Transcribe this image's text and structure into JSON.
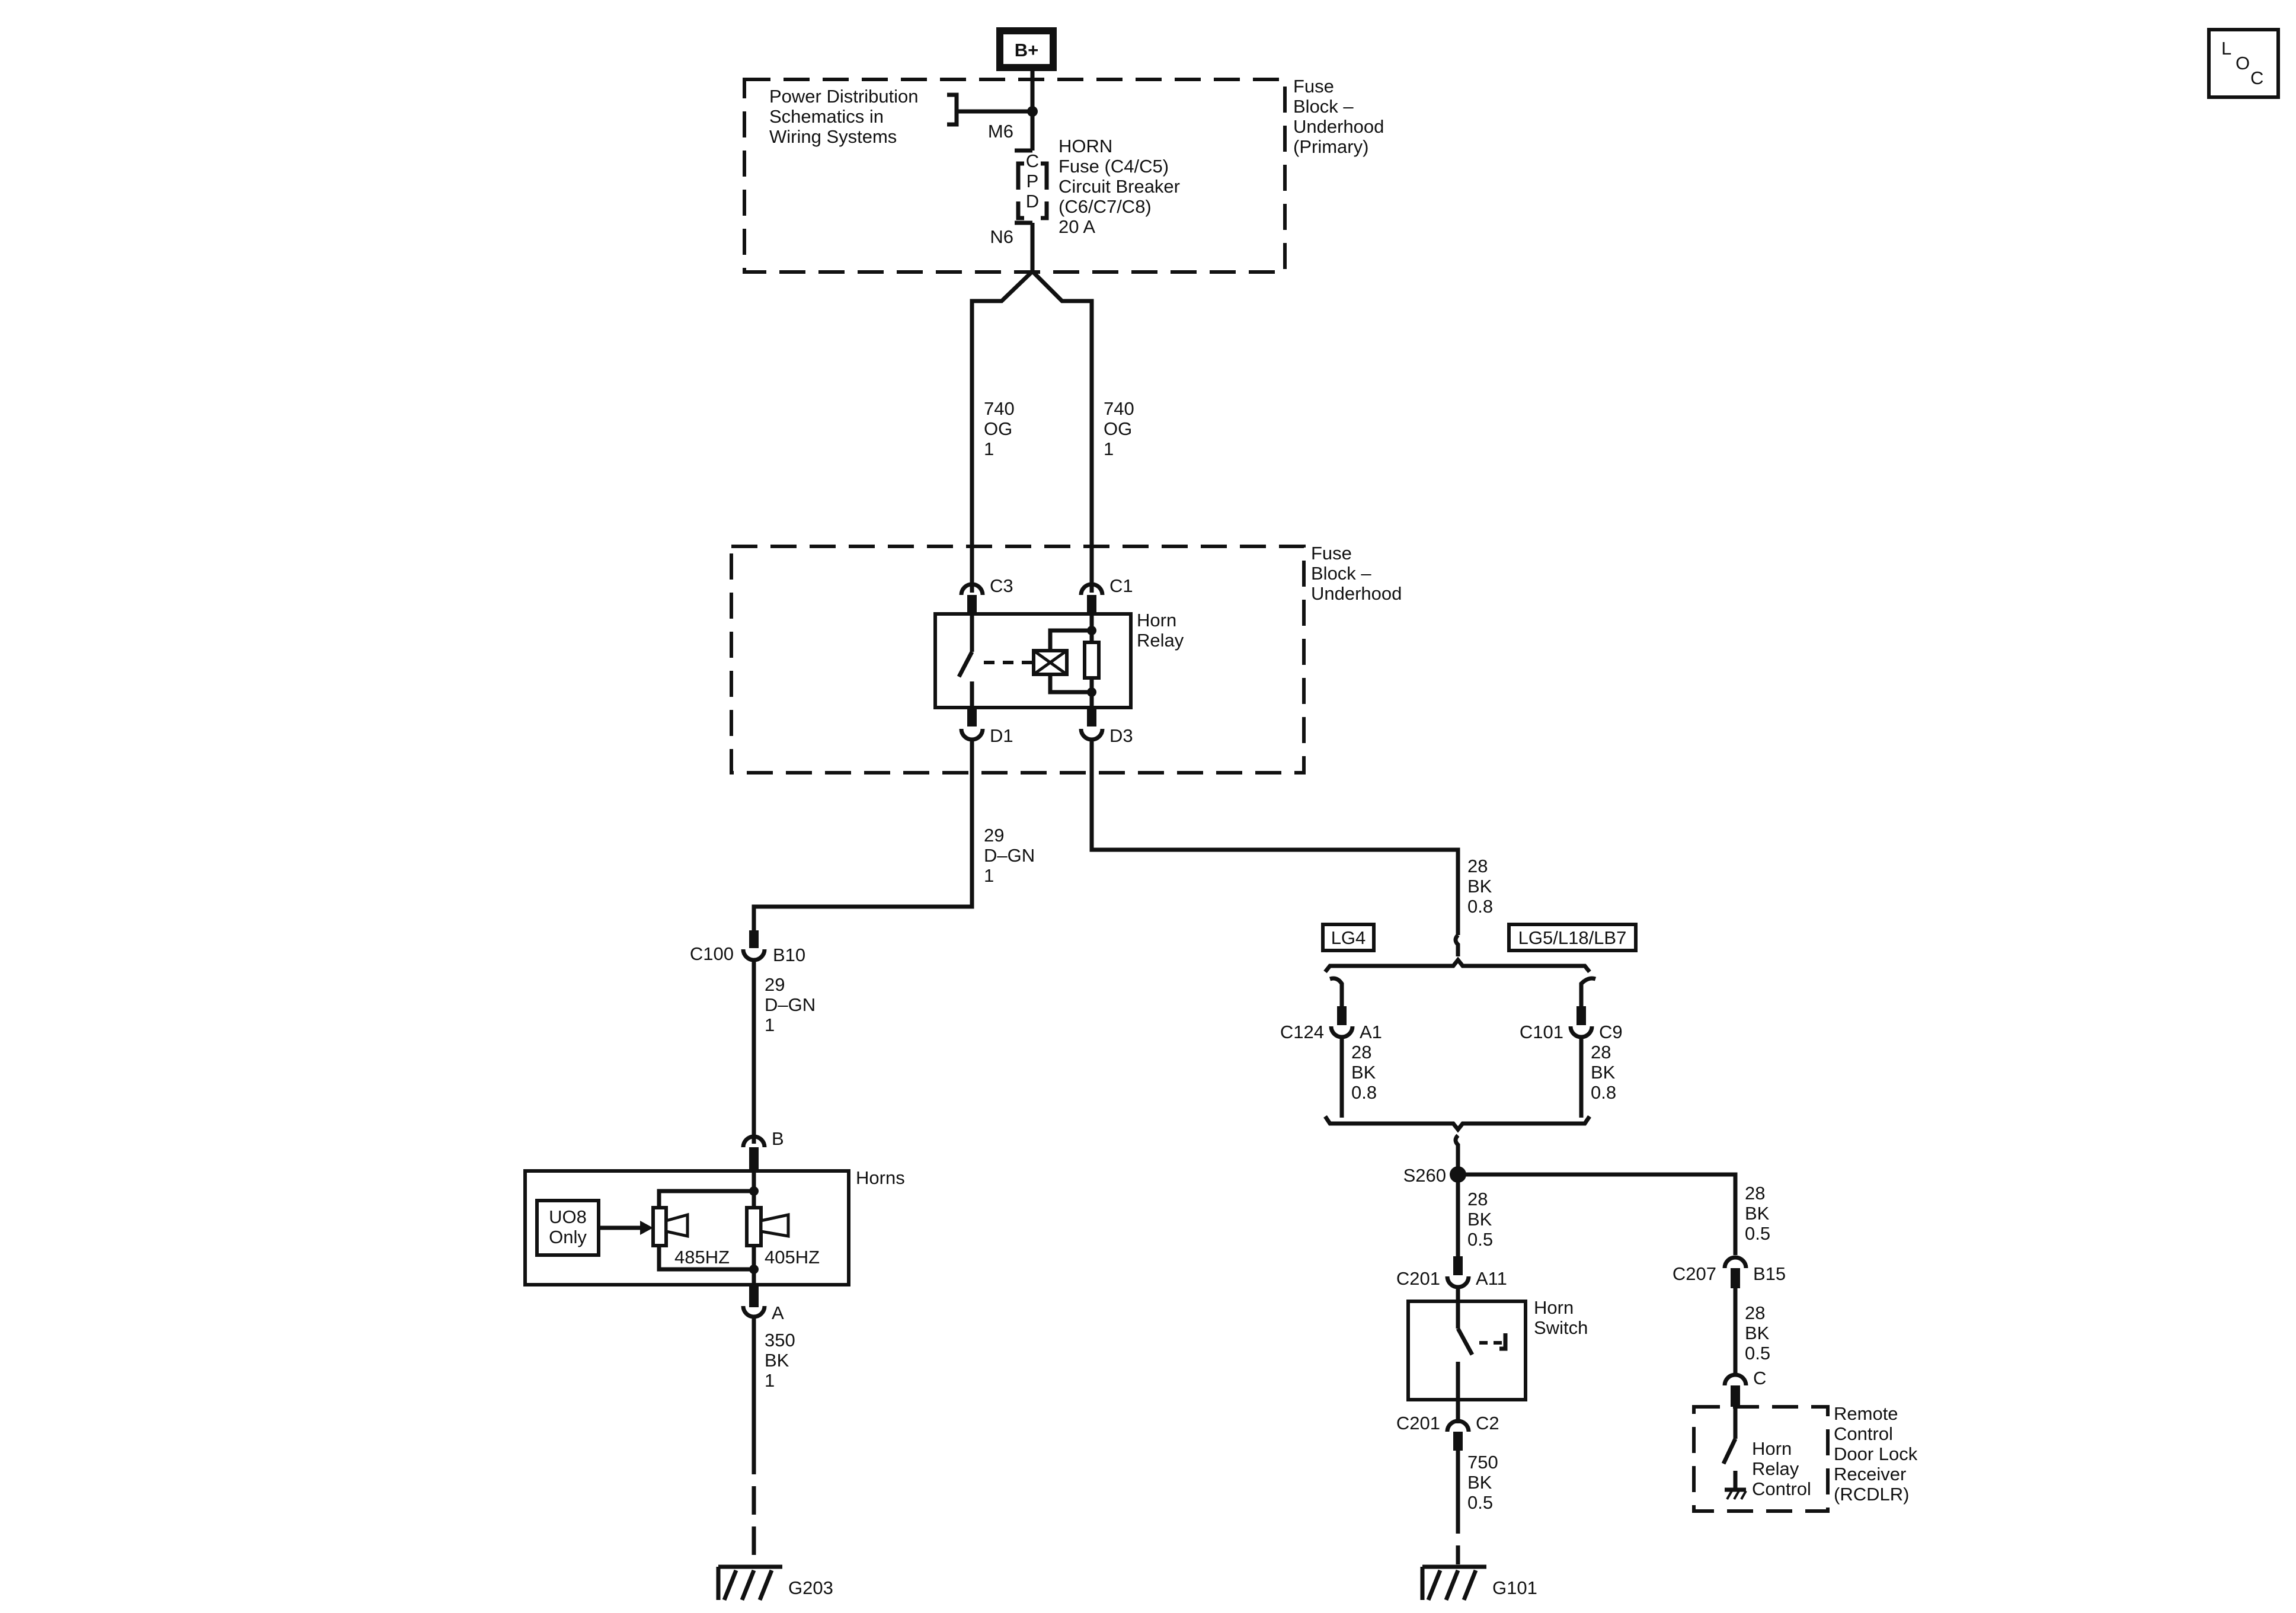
{
  "supply": {
    "label": "B+"
  },
  "loc_mark": {
    "l": "L",
    "o": "O",
    "c": "C"
  },
  "fuse_block_primary": {
    "name": [
      "Fuse",
      "Block –",
      "Underhood",
      "(Primary)"
    ],
    "power_note": [
      "Power Distribution",
      "Schematics in",
      "Wiring Systems"
    ],
    "pin_in": "M6",
    "pin_out": "N6",
    "cpd": [
      "C",
      "P",
      "D"
    ],
    "fuse_desc": [
      "HORN",
      "Fuse (C4/C5)",
      "Circuit Breaker",
      "(C6/C7/C8)",
      "20 A"
    ]
  },
  "wire_740_left": [
    "740",
    "OG",
    "1"
  ],
  "wire_740_right": [
    "740",
    "OG",
    "1"
  ],
  "fuse_block_underhood": {
    "name": [
      "Fuse",
      "Block –",
      "Underhood"
    ],
    "relay_name": [
      "Horn",
      "Relay"
    ],
    "pins": {
      "c3": "C3",
      "c1": "C1",
      "d1": "D1",
      "d3": "D3"
    }
  },
  "wire_29_upper": [
    "29",
    "D–GN",
    "1"
  ],
  "wire_29_lower": [
    "29",
    "D–GN",
    "1"
  ],
  "connector_c100": {
    "name": "C100",
    "pin": "B10"
  },
  "horns": {
    "name": "Horns",
    "pin_b": "B",
    "pin_a": "A",
    "option_box": [
      "UO8",
      "Only"
    ],
    "horn_1": "485HZ",
    "horn_2": "405HZ"
  },
  "wire_350": [
    "350",
    "BK",
    "1"
  ],
  "ground_g203": "G203",
  "wire_28_top": [
    "28",
    "BK",
    "0.8"
  ],
  "option_lg4": "LG4",
  "option_lg5": "LG5/L18/LB7",
  "connector_c124": {
    "name": "C124",
    "pin": "A1"
  },
  "connector_c101": {
    "name": "C101",
    "pin": "C9"
  },
  "wire_28_c124": [
    "28",
    "BK",
    "0.8"
  ],
  "wire_28_c101": [
    "28",
    "BK",
    "0.8"
  ],
  "splice": "S260",
  "wire_28_switch": [
    "28",
    "BK",
    "0.5"
  ],
  "wire_28_right_a": [
    "28",
    "BK",
    "0.5"
  ],
  "wire_28_right_b": [
    "28",
    "BK",
    "0.5"
  ],
  "connector_c201_a11": {
    "name": "C201",
    "pin": "A11"
  },
  "connector_c201_c2": {
    "name": "C201",
    "pin": "C2"
  },
  "horn_switch": [
    "Horn",
    "Switch"
  ],
  "connector_c207": {
    "name": "C207",
    "pin": "B15"
  },
  "rcdlr": {
    "pin": "C",
    "control": [
      "Horn",
      "Relay",
      "Control"
    ],
    "name": [
      "Remote",
      "Control",
      "Door Lock",
      "Receiver",
      "(RCDLR)"
    ]
  },
  "wire_750": [
    "750",
    "BK",
    "0.5"
  ],
  "ground_g101": "G101"
}
